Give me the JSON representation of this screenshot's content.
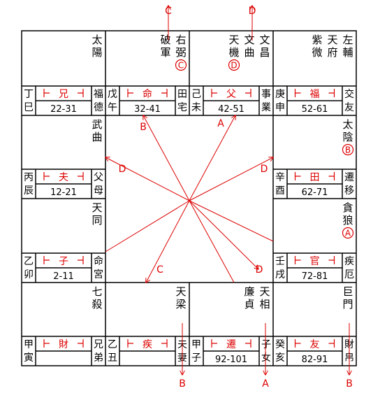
{
  "colors": {
    "line": "#000000",
    "accent": "#dd0000"
  },
  "palaces": [
    {
      "id": "si",
      "stars": [
        "太陽"
      ],
      "stem": [
        "丁",
        "巳"
      ],
      "palace": "兄",
      "age": "22-31",
      "label": [
        "福",
        "德"
      ]
    },
    {
      "id": "wu",
      "stars": [
        "右弼",
        "破軍"
      ],
      "hua": {
        "star_index": 0,
        "mark": "C"
      },
      "stem": [
        "戊",
        "午"
      ],
      "palace": "命",
      "age": "32-41",
      "label": [
        "田",
        "宅"
      ]
    },
    {
      "id": "wei",
      "stars": [
        "文昌",
        "文曲",
        "天機"
      ],
      "hua": {
        "star_index": 2,
        "mark": "D"
      },
      "stem": [
        "己",
        "未"
      ],
      "palace": "父",
      "age": "42-51",
      "label": [
        "事",
        "業"
      ]
    },
    {
      "id": "shen",
      "stars": [
        "左輔",
        "天府",
        "紫微"
      ],
      "stem": [
        "庚",
        "申"
      ],
      "palace": "福",
      "age": "52-61",
      "label": [
        "交",
        "友"
      ]
    },
    {
      "id": "you",
      "stars": [
        "太陰"
      ],
      "hua": {
        "star_index": 0,
        "mark": "B"
      },
      "stem": [
        "辛",
        "酉"
      ],
      "palace": "田",
      "age": "62-71",
      "label": [
        "遷",
        "移"
      ]
    },
    {
      "id": "xu",
      "stars": [
        "貪狼"
      ],
      "hua": {
        "star_index": 0,
        "mark": "A"
      },
      "stem": [
        "壬",
        "戌"
      ],
      "palace": "官",
      "age": "72-81",
      "label": [
        "疾",
        "厄"
      ]
    },
    {
      "id": "hai",
      "stars": [
        "巨門"
      ],
      "stem": [
        "癸",
        "亥"
      ],
      "palace": "友",
      "age": "82-91",
      "label": [
        "財",
        "帛"
      ]
    },
    {
      "id": "zi",
      "stars": [
        "天相",
        "廉貞"
      ],
      "stem": [
        "甲",
        "子"
      ],
      "palace": "遷",
      "age": "92-101",
      "label": [
        "子",
        "女"
      ]
    },
    {
      "id": "chou",
      "stars": [
        "天梁"
      ],
      "stem": [
        "乙",
        "丑"
      ],
      "palace": "疾",
      "age": "",
      "label": [
        "夫",
        "妻"
      ]
    },
    {
      "id": "yin",
      "stars": [
        "七殺"
      ],
      "stem": [
        "甲",
        "寅"
      ],
      "palace": "財",
      "age": "",
      "label": [
        "兄",
        "弟"
      ]
    },
    {
      "id": "mao",
      "stars": [
        "天同"
      ],
      "stem": [
        "乙",
        "卯"
      ],
      "palace": "子",
      "age": "2-11",
      "label": [
        "命",
        "宮"
      ]
    },
    {
      "id": "chen",
      "stars": [
        "武曲"
      ],
      "stem": [
        "丙",
        "辰"
      ],
      "palace": "夫",
      "age": "12-21",
      "label": [
        "父",
        "母"
      ]
    }
  ],
  "arrows": {
    "outer": [
      {
        "id": "top-c",
        "label": "C"
      },
      {
        "id": "top-d",
        "label": "D"
      },
      {
        "id": "bottom-b1",
        "label": "B"
      },
      {
        "id": "bottom-a",
        "label": "A"
      },
      {
        "id": "bottom-b2",
        "label": "B"
      }
    ],
    "inner": [
      {
        "id": "to-wu",
        "label": "B"
      },
      {
        "id": "to-wei",
        "label": "A"
      },
      {
        "id": "to-you",
        "label": "D"
      },
      {
        "id": "to-chen",
        "label": "D"
      },
      {
        "id": "to-mao",
        "label": "C"
      },
      {
        "id": "to-xu",
        "label": "D"
      }
    ]
  }
}
